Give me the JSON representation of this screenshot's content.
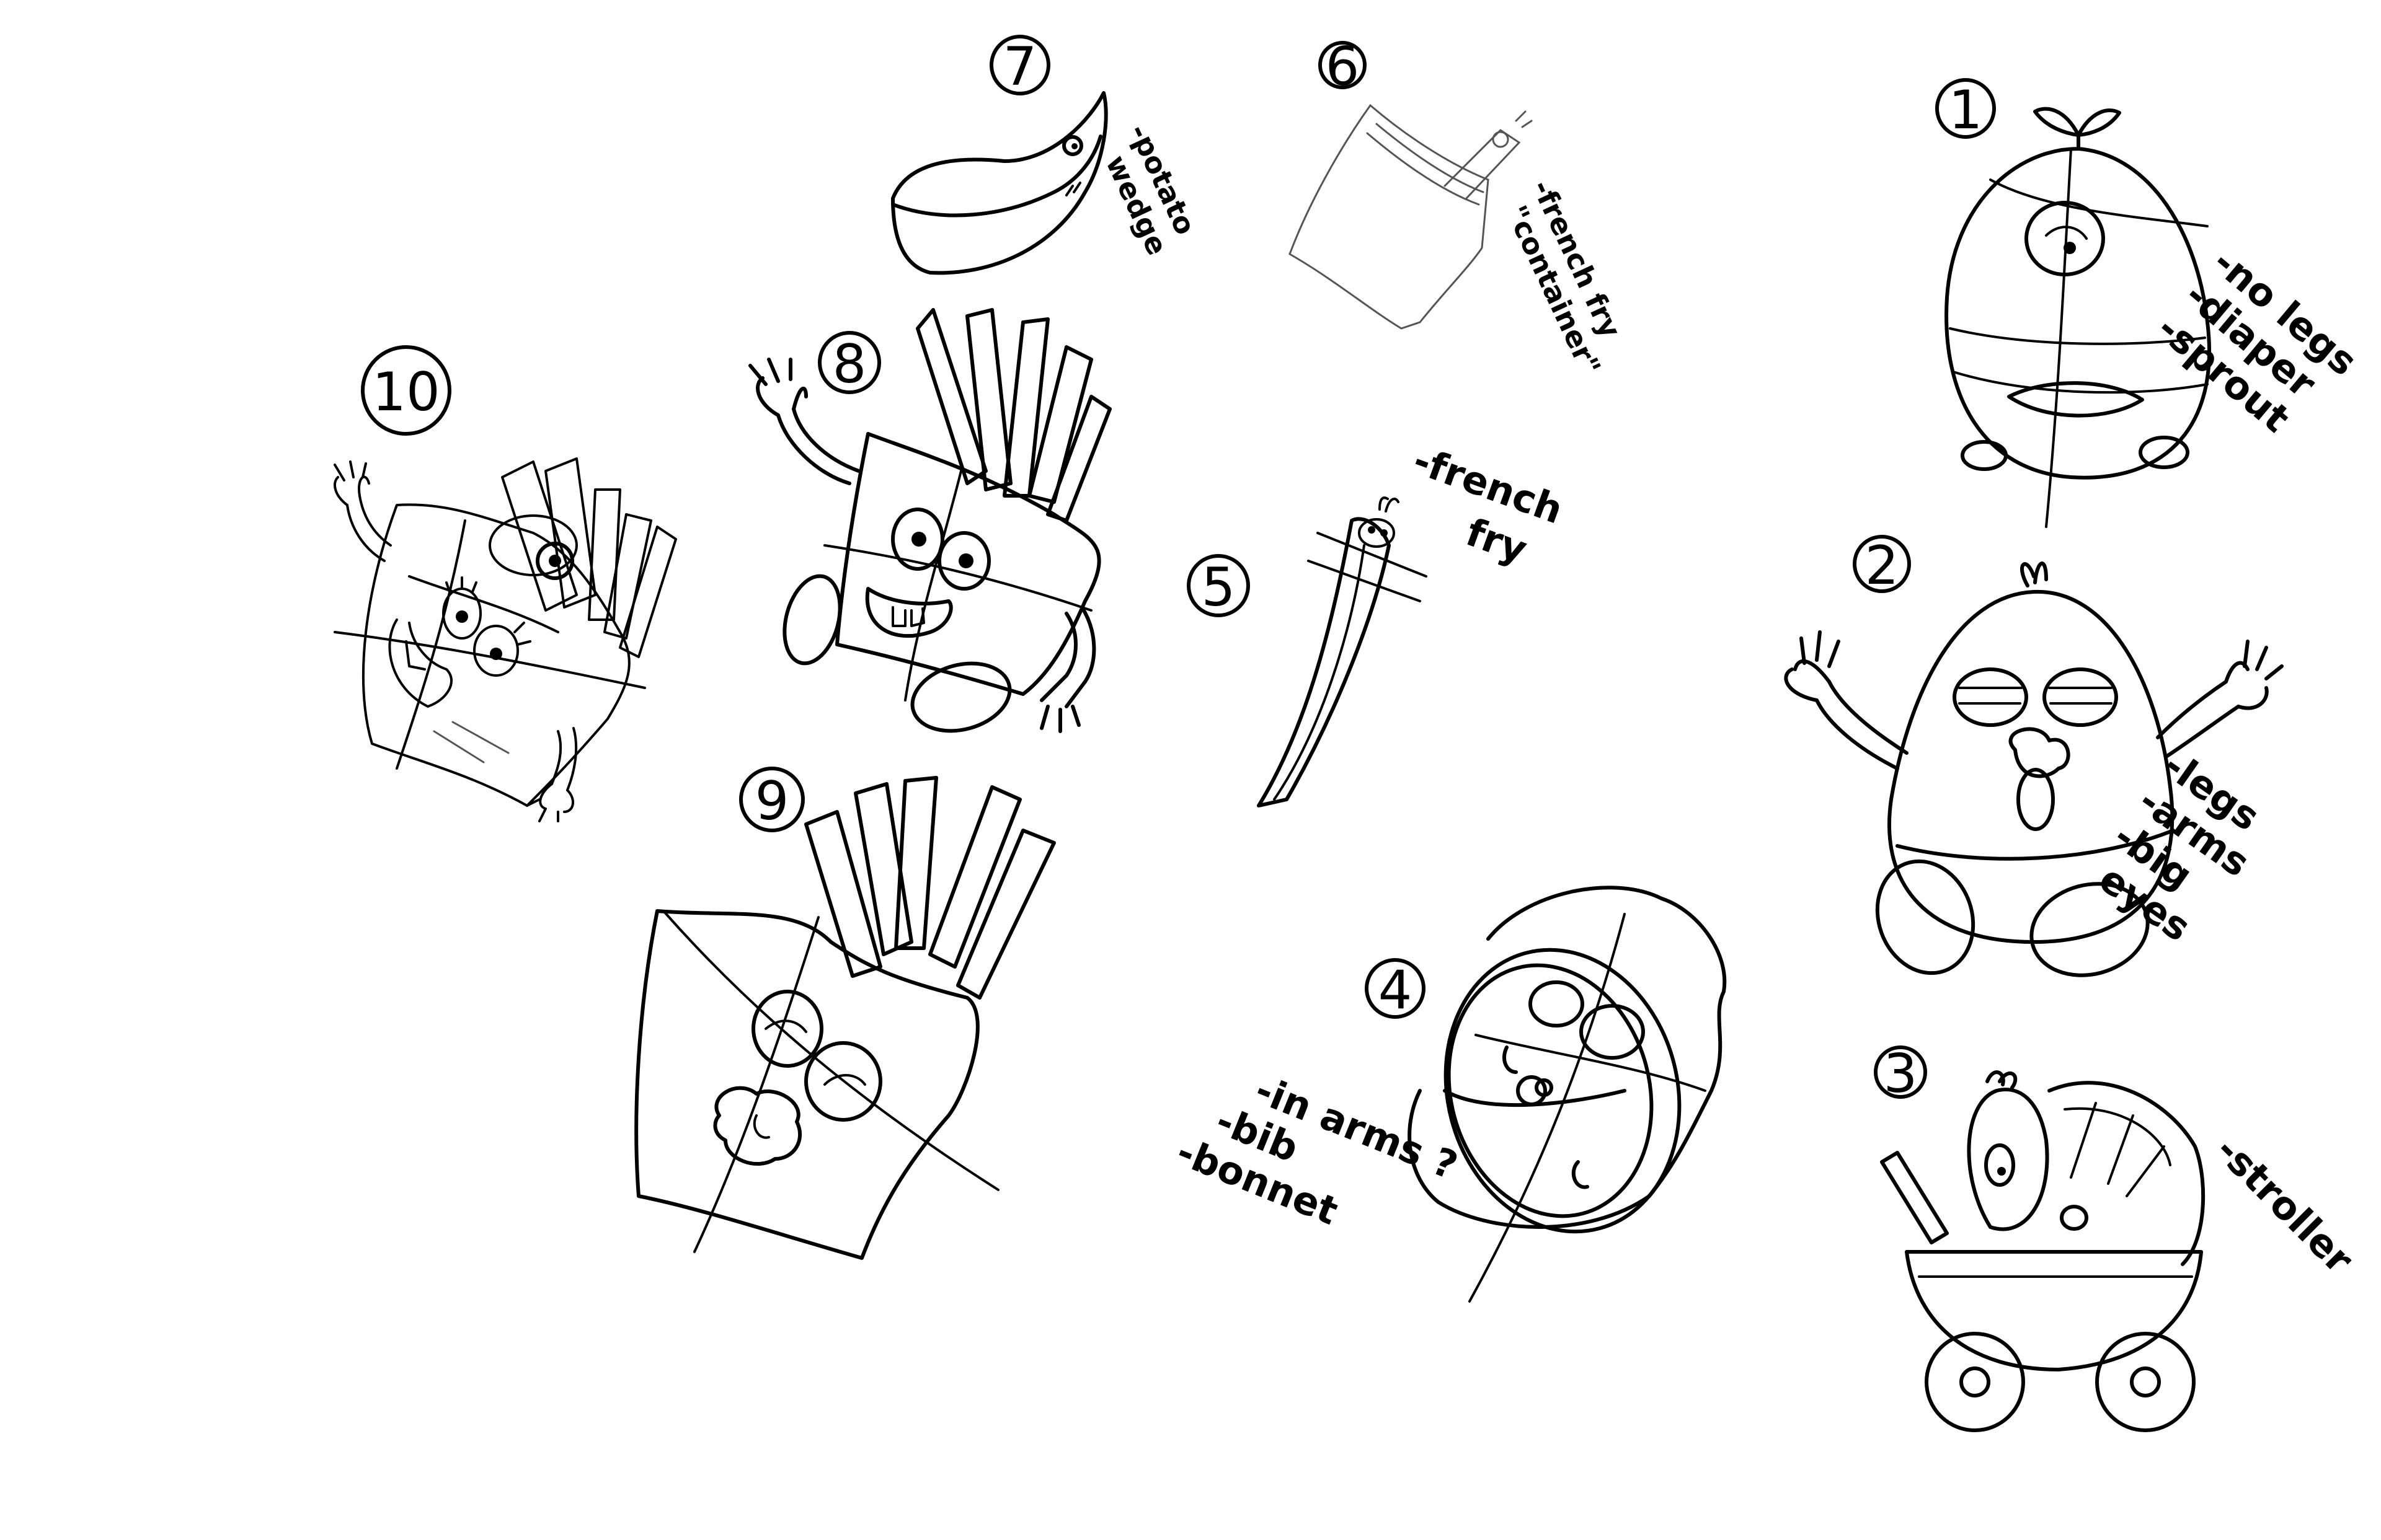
{
  "sketches": [
    {
      "number": "1",
      "notes": [
        "-no legs",
        "-diaper",
        "-sprout"
      ]
    },
    {
      "number": "2",
      "notes": [
        "-legs",
        "-arms",
        "-big",
        "eyes"
      ]
    },
    {
      "number": "3",
      "notes": [
        "-stroller"
      ]
    },
    {
      "number": "4",
      "notes": [
        "-in arms ?",
        "-bib",
        "-bonnet"
      ]
    },
    {
      "number": "5",
      "notes": [
        "-french",
        "fry"
      ]
    },
    {
      "number": "6",
      "notes": [
        "-french fry",
        "\"container\""
      ]
    },
    {
      "number": "7",
      "notes": [
        "-potato",
        "wedge"
      ]
    },
    {
      "number": "8",
      "notes": []
    },
    {
      "number": "9",
      "notes": []
    },
    {
      "number": "10",
      "notes": []
    }
  ]
}
